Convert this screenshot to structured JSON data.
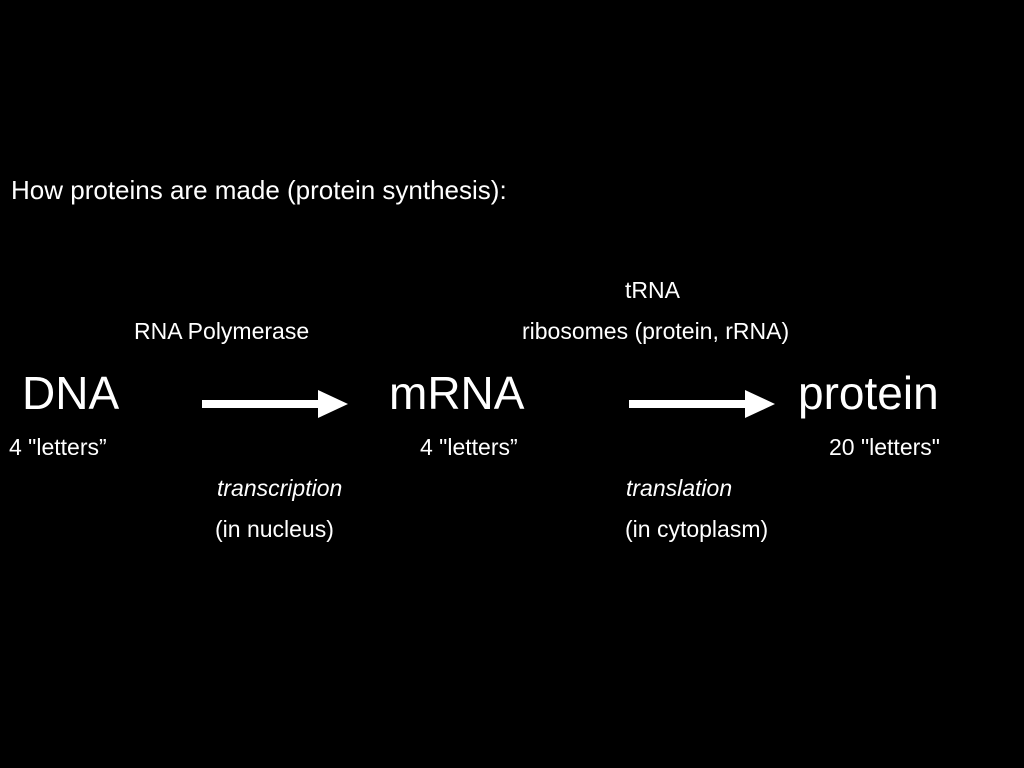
{
  "title": "How proteins are made (protein synthesis):",
  "enzymes": {
    "rna_polymerase": "RNA Polymerase",
    "trna": "tRNA",
    "ribosomes": "ribosomes (protein, rRNA)"
  },
  "molecules": {
    "dna": "DNA",
    "mrna": "mRNA",
    "protein": "protein"
  },
  "letters": {
    "dna": "4 \"letters”",
    "mrna": "4 \"letters”",
    "protein": "20 \"letters\""
  },
  "processes": {
    "transcription": "transcription",
    "transcription_location": "(in nucleus)",
    "translation": "translation",
    "translation_location": "(in cytoplasm)"
  },
  "colors": {
    "background": "#000000",
    "foreground": "#ffffff"
  },
  "icons": [
    "arrow-right-icon",
    "arrow-right-icon"
  ]
}
